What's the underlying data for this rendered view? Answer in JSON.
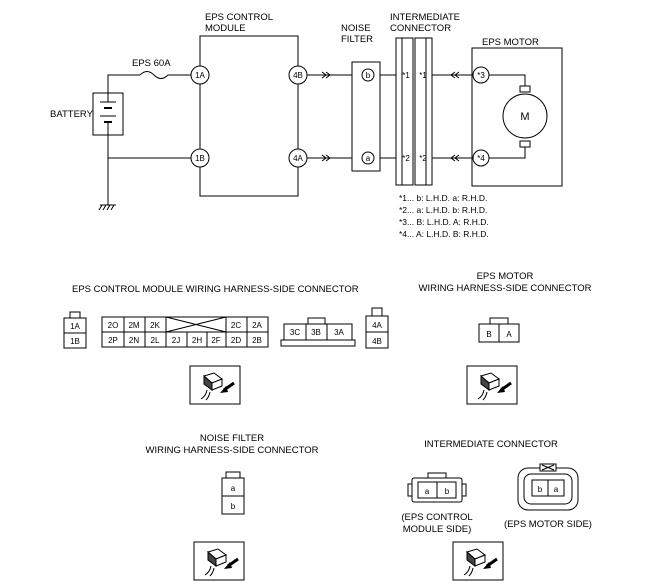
{
  "schematic": {
    "battery_label": "BATTERY",
    "fuse_label": "EPS 60A",
    "eps_module_label": [
      "EPS CONTROL",
      "MODULE"
    ],
    "noise_filter_label": [
      "NOISE",
      "FILTER"
    ],
    "intermediate_label": [
      "INTERMEDIATE",
      "CONNECTOR"
    ],
    "motor_label": "EPS MOTOR",
    "motor_symbol": "M",
    "terminals": {
      "t1a": "1A",
      "t1b": "1B",
      "t4b": "4B",
      "t4a": "4A",
      "nf_b": "b",
      "nf_a": "a",
      "ic_l1": "*1",
      "ic_r1": "*1",
      "ic_l2": "*2",
      "ic_r2": "*2",
      "m3": "*3",
      "m4": "*4"
    },
    "notes": [
      "*1... b: L.H.D.  a: R.H.D.",
      "*2... a: L.H.D.  b: R.H.D.",
      "*3... B: L.H.D.  A: R.H.D.",
      "*4... A: L.H.D.  B: R.H.D."
    ]
  },
  "eps_module_connector": {
    "title": "EPS CONTROL MODULE WIRING HARNESS-SIDE CONNECTOR",
    "small_left": [
      "1A",
      "1B"
    ],
    "main_top_left": [
      "2O",
      "2M",
      "2K"
    ],
    "main_top_right": [
      "2C",
      "2A"
    ],
    "main_bottom": [
      "2P",
      "2N",
      "2L",
      "2J",
      "2H",
      "2F",
      "2D",
      "2B"
    ],
    "three_pin": [
      "3C",
      "3B",
      "3A"
    ],
    "small_right": [
      "4A",
      "4B"
    ]
  },
  "eps_motor_connector": {
    "title": [
      "EPS MOTOR",
      "WIRING HARNESS-SIDE CONNECTOR"
    ],
    "pins": [
      "B",
      "A"
    ]
  },
  "noise_filter_connector": {
    "title": [
      "NOISE FILTER",
      "WIRING HARNESS-SIDE CONNECTOR"
    ],
    "pins": [
      "a",
      "b"
    ]
  },
  "intermediate_connector": {
    "title": "INTERMEDIATE CONNECTOR",
    "left_pins": [
      "a",
      "b"
    ],
    "left_caption": [
      "(EPS CONTROL",
      "MODULE SIDE)"
    ],
    "right_pins": [
      "b",
      "a"
    ],
    "right_caption": "(EPS MOTOR SIDE)"
  }
}
